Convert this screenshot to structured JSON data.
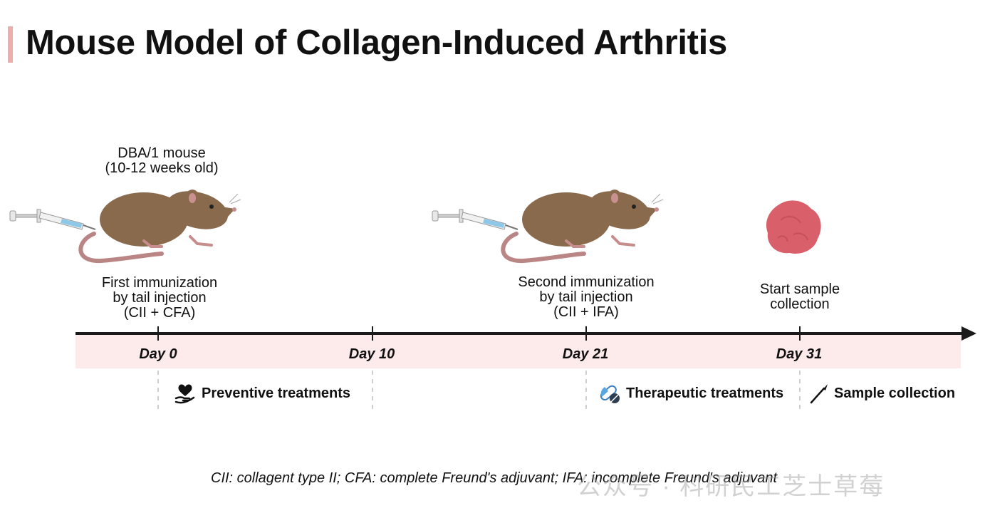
{
  "title": "Mouse Model of Collagen-Induced Arthritis",
  "colors": {
    "accent": "#e06a6a",
    "band": "#fdeaea",
    "axis": "#1a1a1a",
    "mouse_body": "#8a6a4c",
    "mouse_dark": "#5d4330",
    "mouse_tail": "#b98585",
    "tissue": "#d9606a",
    "syringe_fluid": "#8ec8e8",
    "pill_blue": "#5aa6e0"
  },
  "mouse_label": [
    "DBA/1 mouse",
    "(10-12 weeks old)"
  ],
  "events": [
    {
      "lines": [
        "First immunization",
        "by tail injection",
        "(CII + CFA)"
      ]
    },
    {
      "lines": [
        "Second immunization",
        "by tail injection",
        "(CII + IFA)"
      ]
    },
    {
      "lines": [
        "Start sample",
        "collection"
      ]
    }
  ],
  "days": [
    "Day 0",
    "Day 10",
    "Day 21",
    "Day 31"
  ],
  "treatments": [
    {
      "label": "Preventive treatments",
      "icon": "heart-hand-icon"
    },
    {
      "label": "Therapeutic treatments",
      "icon": "pill-icon"
    },
    {
      "label": "Sample collection",
      "icon": "scalpel-icon"
    }
  ],
  "footnote": "CII: collagent type II; CFA: complete Freund's adjuvant; IFA: incomplete Freund's adjuvant",
  "watermark": "公众号 · 科研民工芝士草莓"
}
